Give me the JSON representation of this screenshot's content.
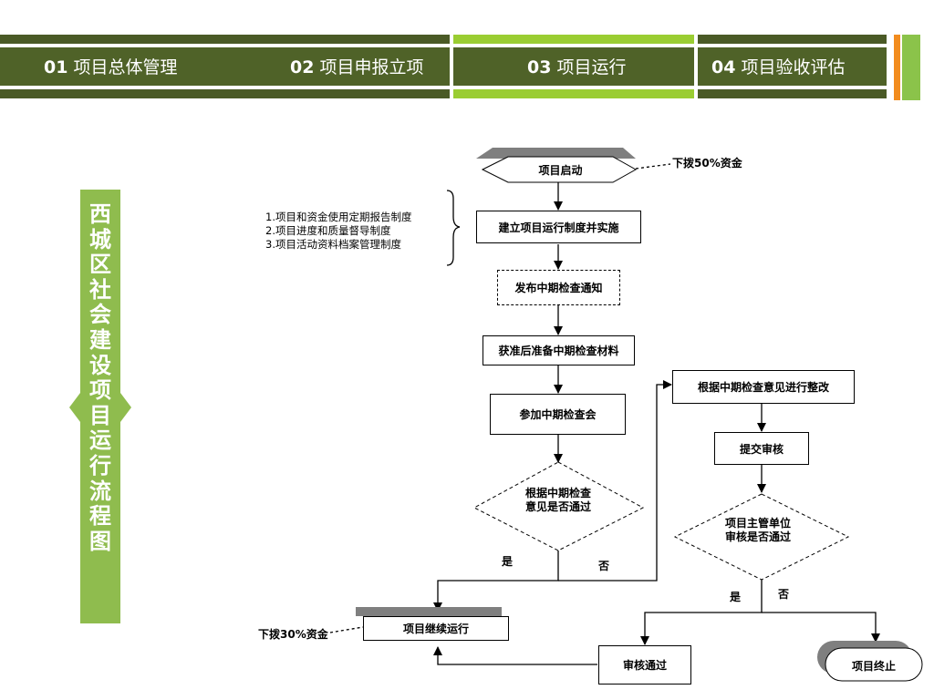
{
  "nav": {
    "items": [
      {
        "num": "01",
        "label": "项目总体管理"
      },
      {
        "num": "02",
        "label": "项目申报立项"
      },
      {
        "num": "03",
        "label": "项目运行"
      },
      {
        "num": "04",
        "label": "项目验收评估"
      }
    ]
  },
  "side_title": "西城区社会建设项目运行流程图",
  "flow": {
    "start": "项目启动",
    "start_note": "下拨50%资金",
    "establish": "建立项目运行制度并实施",
    "systems": [
      "1.项目和资金使用定期报告制度",
      "2.项目进度和质量督导制度",
      "3.项目活动资料档案管理制度"
    ],
    "notice": "发布中期检查通知",
    "prepare": "获准后准备中期检查材料",
    "attend": "参加中期检查会",
    "decision1": "根据中期检查意见是否通过",
    "yes1": "是",
    "no1": "否",
    "rectify": "根据中期检查意见进行整改",
    "submit": "提交审核",
    "decision2": "项目主管单位审核是否通过",
    "yes2": "是",
    "no2": "否",
    "continue": "项目继续运行",
    "continue_note": "下拨30%资金",
    "approved": "审核通过",
    "terminate": "项目终止"
  }
}
